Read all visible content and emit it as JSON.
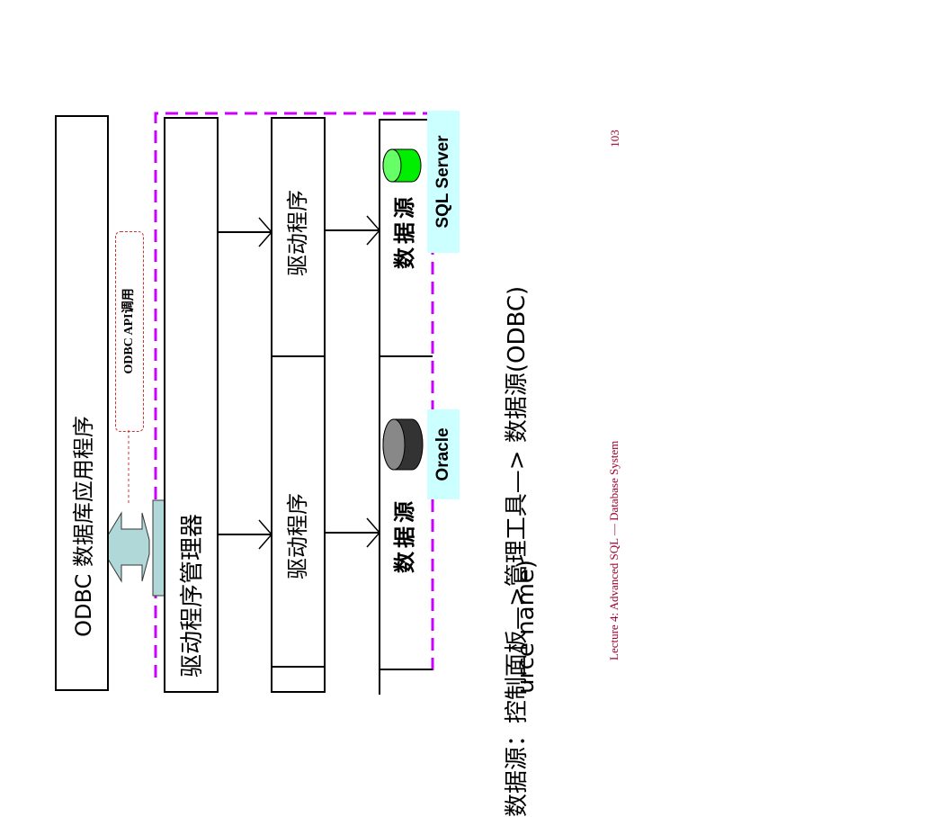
{
  "diagram": {
    "app_box_label": "ODBC 数据库应用程序",
    "api_callout": "ODBC API调用",
    "driver_manager_label": "驱动程序管理器",
    "drivers": [
      {
        "label": "驱动程序"
      },
      {
        "label": "驱动程序"
      }
    ],
    "data_sources": [
      {
        "label": "数据源",
        "db_name": "Oracle",
        "db_color": "#333333"
      },
      {
        "label": "数据源",
        "db_name": "SQL Server",
        "db_color": "#00ee00"
      }
    ],
    "colors": {
      "dashed_border": "#cc00ff",
      "db_tag_bg": "#ccffff",
      "interface_arrow": "#b0d8d8",
      "footer_text": "#a00030"
    }
  },
  "note": {
    "line1": "数据源：控制面板—>管理工具—> 数据源(ODBC)",
    "line2": "urce name)"
  },
  "footer": {
    "lecture": "Lecture 4: Advanced SQL — Database System",
    "page_number": "103"
  }
}
